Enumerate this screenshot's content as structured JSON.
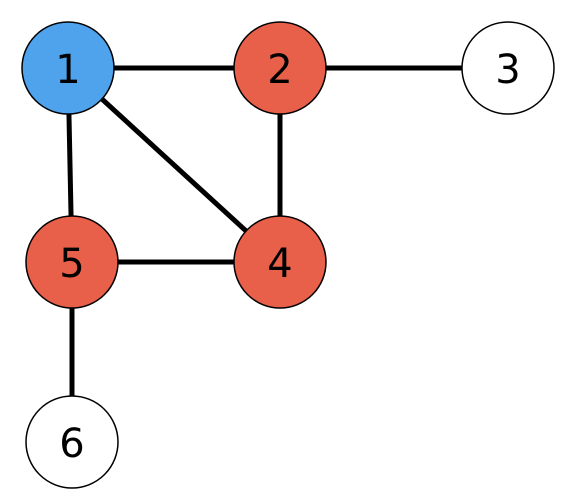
{
  "graph": {
    "nodes": [
      {
        "id": "1",
        "label": "1",
        "color": "#4ea3ec"
      },
      {
        "id": "2",
        "label": "2",
        "color": "#e8604a"
      },
      {
        "id": "3",
        "label": "3",
        "color": "#ffffff"
      },
      {
        "id": "4",
        "label": "4",
        "color": "#e8604a"
      },
      {
        "id": "5",
        "label": "5",
        "color": "#e8604a"
      },
      {
        "id": "6",
        "label": "6",
        "color": "#ffffff"
      }
    ],
    "edges": [
      {
        "from": "1",
        "to": "2"
      },
      {
        "from": "2",
        "to": "3"
      },
      {
        "from": "1",
        "to": "4"
      },
      {
        "from": "1",
        "to": "5"
      },
      {
        "from": "2",
        "to": "4"
      },
      {
        "from": "5",
        "to": "4"
      },
      {
        "from": "5",
        "to": "6"
      }
    ]
  }
}
